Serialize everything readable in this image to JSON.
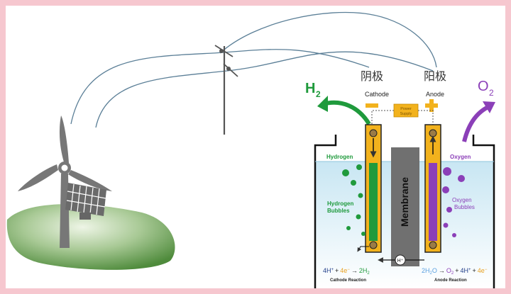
{
  "labels": {
    "h2": "H",
    "h2_sub": "2",
    "o2": "O",
    "o2_sub": "2",
    "cathode_cn": "阴极",
    "anode_cn": "阳极",
    "cathode": "Cathode",
    "anode": "Anode",
    "power_supply_1": "Power",
    "power_supply_2": "Supply",
    "minus": "−",
    "plus": "+",
    "hydrogen": "Hydrogen",
    "oxygen": "Oxygen",
    "hydrogen_bubbles_1": "Hydrogen",
    "hydrogen_bubbles_2": "Bubbles",
    "oxygen_bubbles_1": "Oxygen",
    "oxygen_bubbles_2": "Bubbles",
    "membrane": "Membrane",
    "h_plus": "H⁺",
    "cathode_reaction": "Cathode Reaction",
    "anode_reaction": "Anode Reaction"
  },
  "equations": {
    "cathode": {
      "a": "4H",
      "a_sup": "+",
      "plus": "+",
      "b": "4e",
      "b_sup": "−",
      "arrow": "→",
      "c": "2H",
      "c_sub": "2"
    },
    "anode": {
      "a": "2H",
      "a_sub": "2",
      "a2": "O",
      "arrow": "→",
      "b": "O",
      "b_sub": "2",
      "plus1": "+",
      "c": "4H",
      "c_sup": "+",
      "plus2": "+",
      "d": "4e",
      "d_sup": "−"
    }
  },
  "colors": {
    "frame": "#f6c7cf",
    "hydrogen": "#1f9a3c",
    "oxygen": "#8b3fb8",
    "electrode": "#f2b21d",
    "membrane": "#707070",
    "water": "#d6ecf6",
    "power": "#f2b21d",
    "minus_sign": "#f2b21d"
  },
  "icons": [
    "wind-turbine-icon",
    "solar-panel-icon",
    "power-pole-icon",
    "bubble-icon"
  ]
}
